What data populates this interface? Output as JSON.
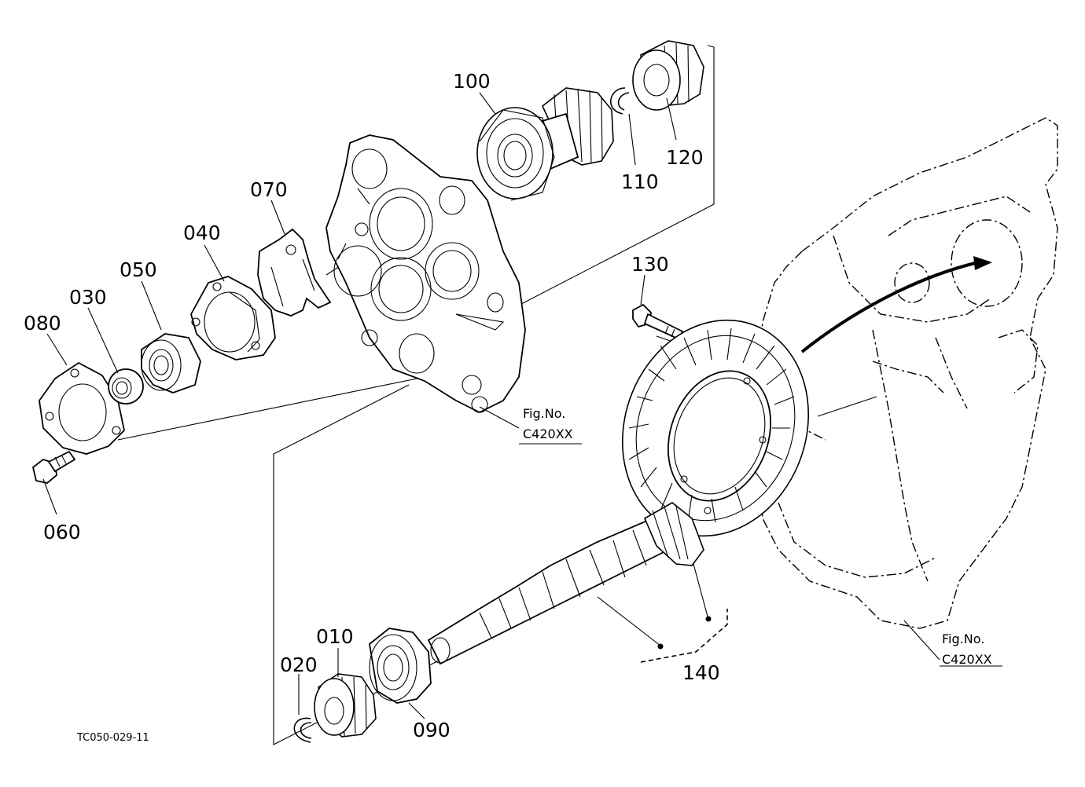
{
  "labels": {
    "p010": "010",
    "p020": "020",
    "p030": "030",
    "p040": "040",
    "p050": "050",
    "p060": "060",
    "p070": "070",
    "p080": "080",
    "p090": "090",
    "p100": "100",
    "p110": "110",
    "p120": "120",
    "p130": "130",
    "p140": "140"
  },
  "figure_refs": {
    "left": {
      "line1": "Fig.No.",
      "line2": "C420XX"
    },
    "right": {
      "line1": "Fig.No.",
      "line2": "C420XX"
    }
  },
  "drawing_code": "TC050-029-11"
}
